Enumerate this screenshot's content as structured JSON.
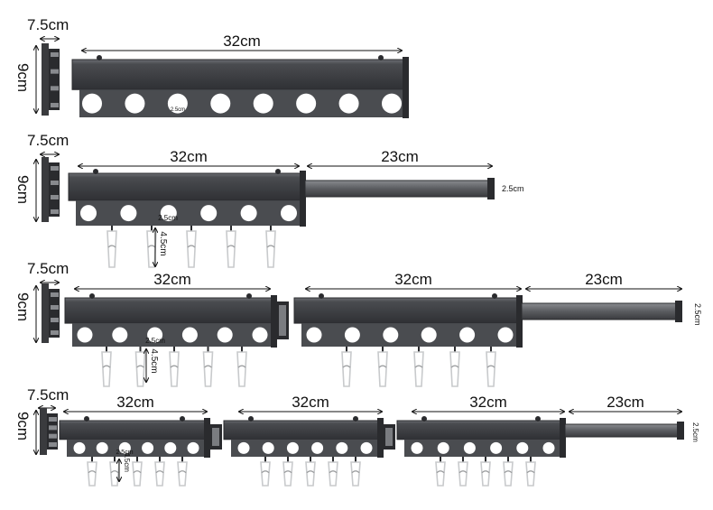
{
  "colors": {
    "rack_body": "#4a4c50",
    "rack_dark": "#2a2b2e",
    "rack_highlight": "#6e7075",
    "bracket": "#3a3b3e",
    "clip": "#c8cacc",
    "dimension_line": "#111111",
    "background": "#ffffff"
  },
  "configs": [
    {
      "name": "config-1",
      "bracket_width": "7.5cm",
      "height": "9cm",
      "segments": [
        "32cm"
      ],
      "hole_label": "2.5cm",
      "has_clips": false
    },
    {
      "name": "config-2",
      "bracket_width": "7.5cm",
      "height": "9cm",
      "segments": [
        "32cm"
      ],
      "extension": "23cm",
      "end_label": "2.5cm",
      "hole_label": "2.5cm",
      "clip_label": "4.5cm",
      "has_clips": true
    },
    {
      "name": "config-3",
      "bracket_width": "7.5cm",
      "height": "9cm",
      "segments": [
        "32cm",
        "32cm"
      ],
      "extension": "23cm",
      "end_label": "2.5cm",
      "hole_label": "2.5cm",
      "clip_label": "4.5cm",
      "has_clips": true
    },
    {
      "name": "config-4",
      "bracket_width": "7.5cm",
      "height": "9cm",
      "segments": [
        "32cm",
        "32cm",
        "32cm"
      ],
      "extension": "23cm",
      "end_label": "2.5cm",
      "hole_label": "2.5cm",
      "clip_label": "4.5cm",
      "has_clips": true
    }
  ]
}
